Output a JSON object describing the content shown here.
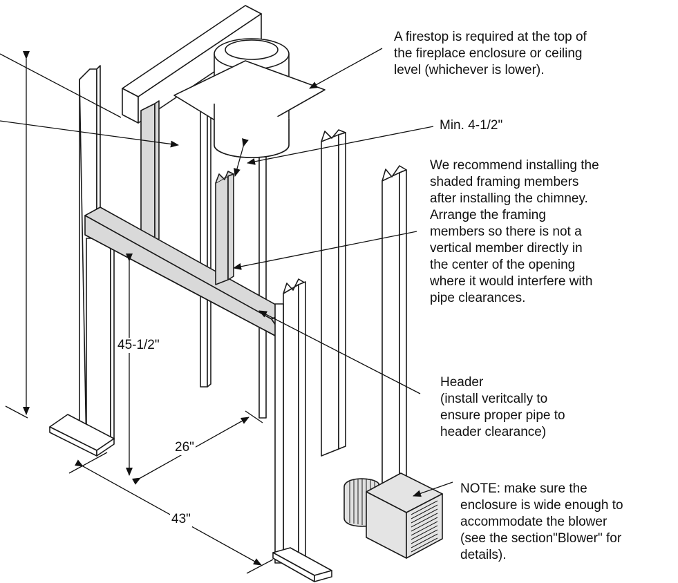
{
  "colors": {
    "line": "#1a1a1a",
    "shade": "#d9d9d9",
    "paper": "#ffffff"
  },
  "notes": {
    "firestop": [
      "A firestop is required at the top of",
      "the fireplace enclosure or ceiling",
      "level (whichever is lower)."
    ],
    "min_clearance": "Min. 4-1/2\"",
    "recommend": [
      "We recommend installing the",
      "shaded framing members",
      "after installing the chimney.",
      "Arrange the framing",
      "members so there is not a",
      "vertical member directly in",
      "the center of the opening",
      "where it would interfere with",
      "pipe clearances."
    ],
    "header": [
      "Header",
      "(install veritcally to",
      "ensure proper pipe to",
      "header clearance)"
    ],
    "blower_note": [
      "NOTE: make sure the",
      "enclosure is wide enough to",
      "accommodate the blower",
      "(see the section\"Blower\" for",
      "details)."
    ]
  },
  "dimensions": {
    "height": "45-1/2\"",
    "depth": "26\"",
    "width": "43\""
  }
}
